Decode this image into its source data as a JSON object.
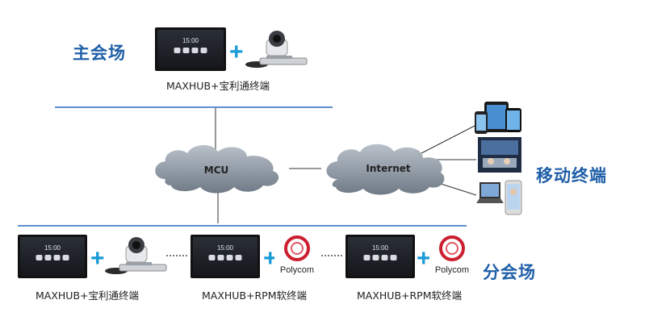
{
  "main_site": {
    "title": "主会场",
    "caption": "MAXHUB+宝利通终端"
  },
  "branch_site": {
    "title": "分会场",
    "captions": [
      "MAXHUB+宝利通终端",
      "MAXHUB+RPM软终端",
      "MAXHUB+RPM软终端"
    ]
  },
  "mobile": {
    "title": "移动终端"
  },
  "network": {
    "mcu_label": "MCU",
    "internet_label": "Internet"
  },
  "devices": {
    "screen_clock": "15:00",
    "polycom_label": "Polycom"
  },
  "colors": {
    "title_blue": "#1f5fa8",
    "separator_blue": "#5b8fcf",
    "plus_blue": "#1a9ad6",
    "polycom_red": "#cc1f2f",
    "cloud_gray": "#8f9aa6"
  }
}
